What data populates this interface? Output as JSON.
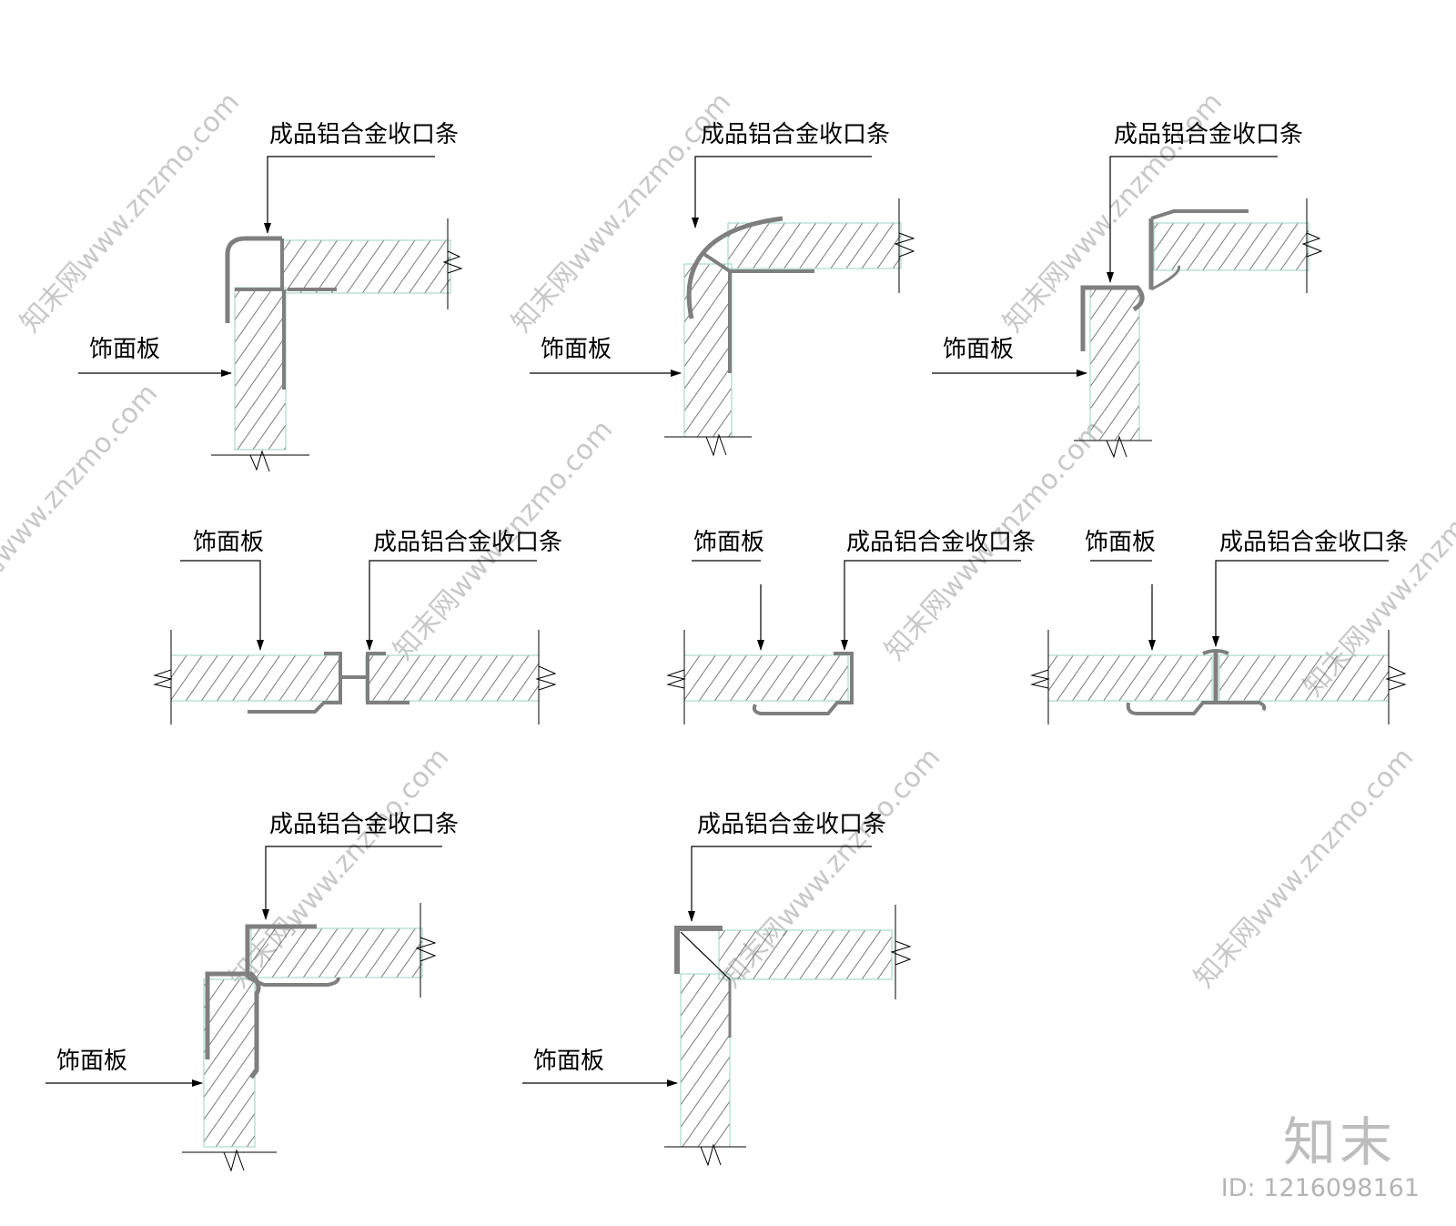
{
  "labels": {
    "trim_strip": "成品铝合金收口条",
    "panel": "饰面板"
  },
  "watermark": {
    "site": "知末网www.znzmo.com",
    "brand": "知末",
    "id_text": "ID: 1216098161"
  },
  "details": [
    {
      "kind": "corner",
      "profile": "rounded-L"
    },
    {
      "kind": "corner",
      "profile": "arc"
    },
    {
      "kind": "corner",
      "profile": "cove"
    },
    {
      "kind": "joint",
      "profile": "double-channel"
    },
    {
      "kind": "joint",
      "profile": "single-channel"
    },
    {
      "kind": "joint",
      "profile": "T-bar"
    },
    {
      "kind": "corner",
      "profile": "stepped"
    },
    {
      "kind": "corner",
      "profile": "mitre-L"
    }
  ],
  "colors": {
    "line": "#000000",
    "wood": "#5a5a5a",
    "panel_edge": "#9ad2c4",
    "profile_fill": "#7f7f7f",
    "watermark": "#c8c8c8"
  }
}
